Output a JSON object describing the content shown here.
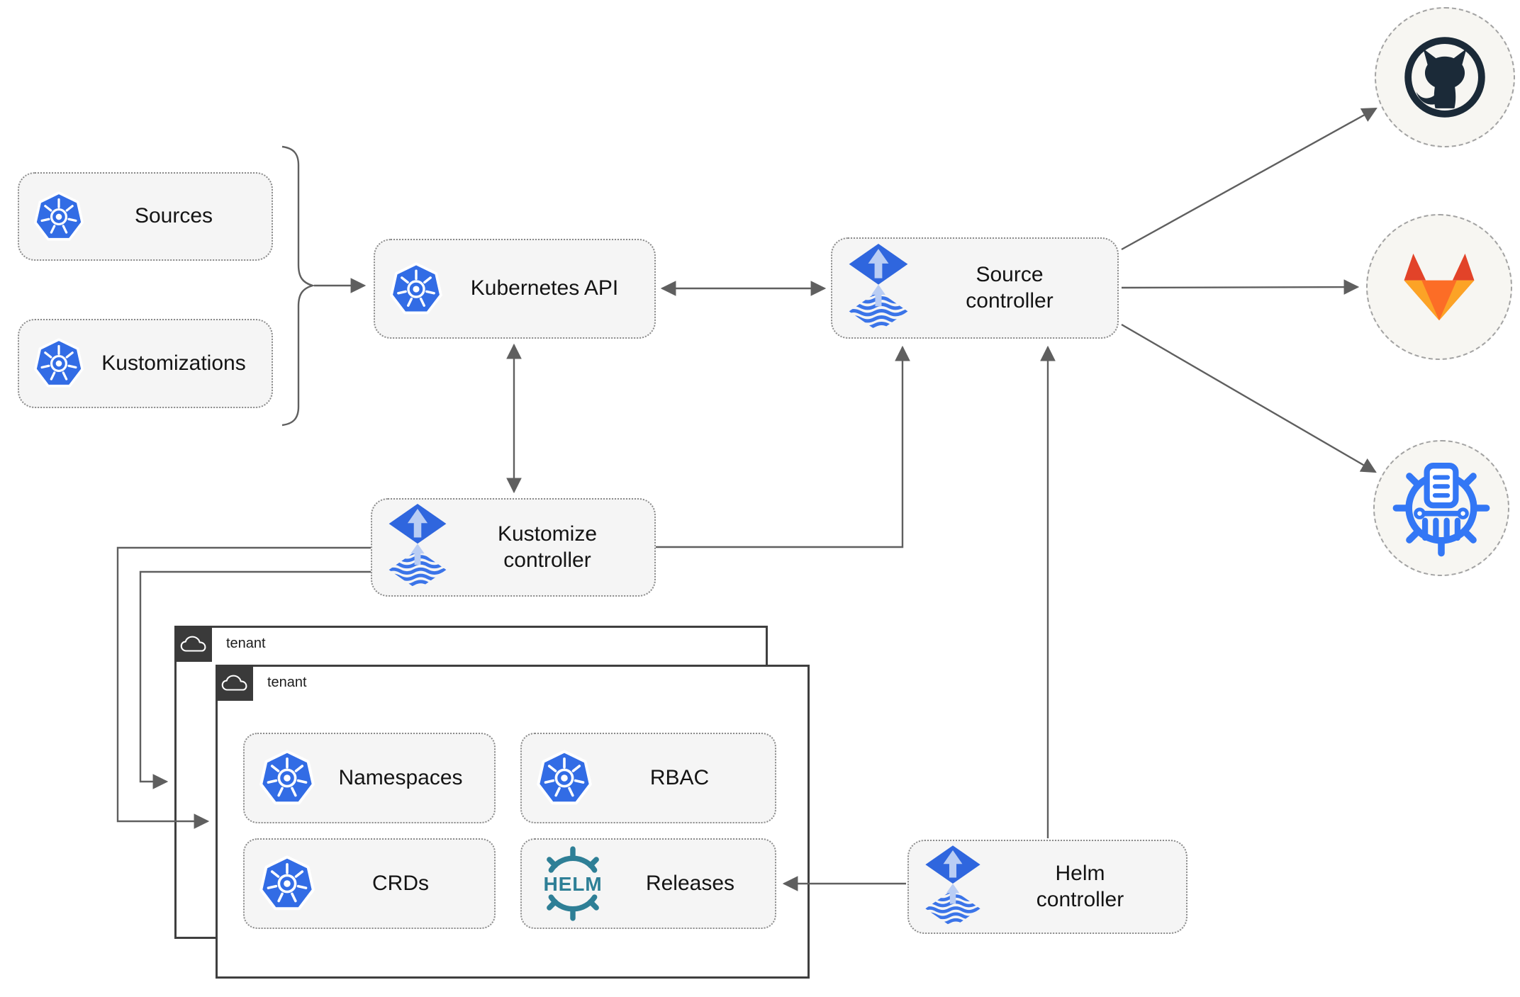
{
  "nodes": {
    "sources": {
      "label": "Sources"
    },
    "kustomizations": {
      "label": "Kustomizations"
    },
    "kubernetes_api": {
      "label": "Kubernetes API"
    },
    "source_controller": {
      "line1": "Source",
      "line2": "controller"
    },
    "kustomize_controller": {
      "line1": "Kustomize",
      "line2": "controller"
    },
    "helm_controller": {
      "line1": "Helm",
      "line2": "controller"
    },
    "namespaces": {
      "label": "Namespaces"
    },
    "rbac": {
      "label": "RBAC"
    },
    "crds": {
      "label": "CRDs"
    },
    "releases": {
      "label": "Releases"
    }
  },
  "tenants": {
    "back": {
      "label": "tenant"
    },
    "front": {
      "label": "tenant"
    }
  },
  "logos": {
    "helm_text": "HELM"
  },
  "icons": {
    "kubernetes": "kubernetes-logo",
    "flux": "flux-logo",
    "helm": "helm-logo",
    "cloud": "cloud",
    "github": "github-logo",
    "gitlab": "gitlab-logo",
    "chartmuseum": "chartmuseum-helm-repository-logo"
  },
  "colors": {
    "kubernetes_blue": "#326ce5",
    "flux_blue": "#2f66de",
    "flux_light_arrow": "#b9cdf4",
    "flux_wave_blue": "#3b74e8",
    "helm_teal": "#2e7f96",
    "github_dark": "#1b2a38",
    "gitlab_red": "#e24329",
    "gitlab_orange": "#fc6d26",
    "gitlab_amber": "#fca326",
    "chartmuseum_blue": "#3377f5",
    "node_fill": "#f5f5f5",
    "node_border": "#8b8b8b",
    "tenant_border": "#3f3f3f",
    "tenant_header_bg": "#3a3a3a",
    "connector_gray": "#5f5f5f",
    "circle_fill": "#f7f6f2",
    "text": "#141414"
  }
}
